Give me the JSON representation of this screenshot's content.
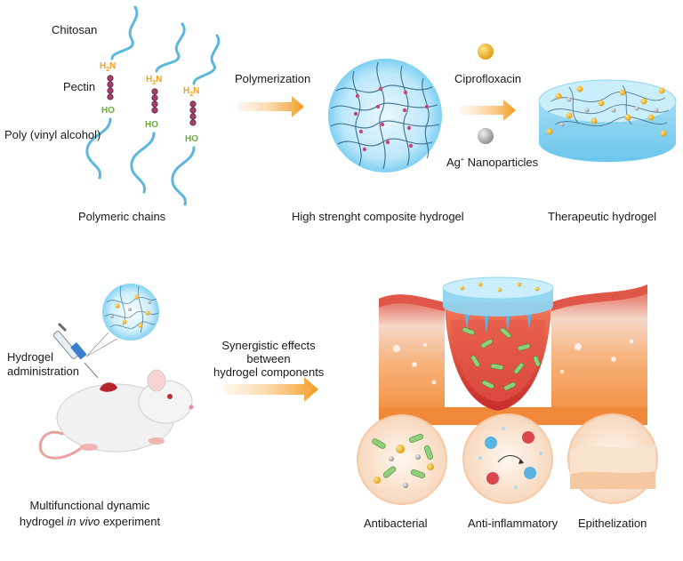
{
  "top": {
    "chain_labels": {
      "chitosan": "Chitosan",
      "pectin": "Pectin",
      "pva": "Poly (vinyl alcohol)"
    },
    "groups": {
      "amine_main": "H",
      "amine_sub": "2",
      "amine_tail": "N",
      "hydroxyl": "HO"
    },
    "captions": {
      "polymeric_chains": "Polymeric chains",
      "composite": "High strenght composite hydrogel",
      "therapeutic": "Therapeutic hydrogel"
    },
    "steps": {
      "polymerization": "Polymerization",
      "ciprofloxacin": "Ciprofloxacin",
      "ag_main": "Ag",
      "ag_sup": "+",
      "ag_tail": " Nanoparticles"
    }
  },
  "bottom": {
    "admin_line1": "Hydrogel",
    "admin_line2": "administration",
    "synergy_line1": "Synergistic effects",
    "synergy_line2": "between",
    "synergy_line3": "hydrogel components",
    "exp_line1": "Multifunctional dynamic",
    "exp_line2a": "hydrogel ",
    "exp_line2b": "in vivo",
    "exp_line2c": " experiment",
    "effects": {
      "antibacterial": "Antibacterial",
      "antiinflammatory": "Anti-inflammatory",
      "epithelization": "Epithelization"
    }
  },
  "colors": {
    "chain": "#5bb8dc",
    "amine": "#f0a020",
    "hydroxyl": "#6aae3a",
    "pectin_bead": "#a0406a",
    "arrow": "#f39a1e",
    "gel_blue": "#bfe9fa",
    "drug_gold": "#f2b21b",
    "silver": "#a9a9a9",
    "skin_red": "#d8503a",
    "skin_orange": "#f39a4a"
  }
}
